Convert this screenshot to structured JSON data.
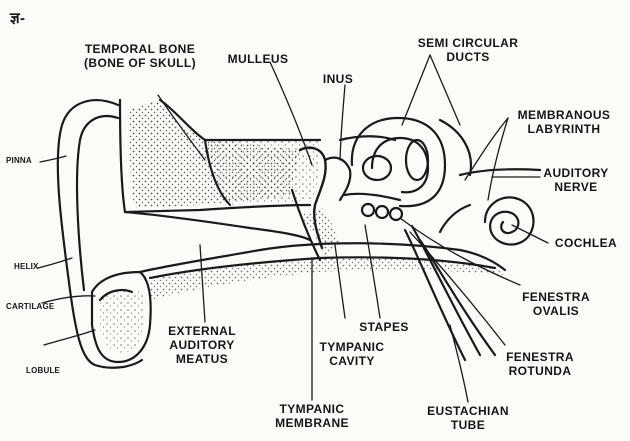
{
  "page_code": "ज्ञ-",
  "labels": {
    "temporal_bone": [
      "TEMPORAL BONE",
      "(BONE OF SKULL)"
    ],
    "mulleus": "MULLEUS",
    "inus": "INUS",
    "semi_circular_ducts": [
      "SEMI CIRCULAR",
      "DUCTS"
    ],
    "membranous_labyrinth": [
      "MEMBRANOUS",
      "LABYRINTH"
    ],
    "auditory_nerve": [
      "AUDITORY",
      "NERVE"
    ],
    "cochlea": "COCHLEA",
    "fenestra_ovalis": [
      "FENESTRA",
      "OVALIS"
    ],
    "fenestra_rotunda": [
      "FENESTRA",
      "ROTUNDA"
    ],
    "eustachian_tube": [
      "EUSTACHIAN",
      "TUBE"
    ],
    "stapes": "STAPES",
    "tympanic_cavity": [
      "TYMPANIC",
      "CAVITY"
    ],
    "tympanic_membrane": [
      "TYMPANIC",
      "MEMBRANE"
    ],
    "external_auditory_meatus": [
      "EXTERNAL",
      "AUDITORY",
      "MEATUS"
    ],
    "pinna": "PINNA",
    "helix": "HELIX",
    "cartilage": "CARTILAGE",
    "lobule": "LOBULE"
  }
}
